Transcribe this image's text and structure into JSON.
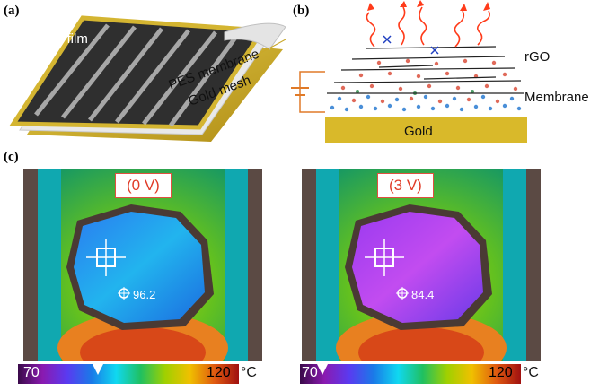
{
  "panels": {
    "a": {
      "label": "(a)",
      "film": "rGO film",
      "membrane": "PES membrane",
      "mesh": "Gold mesh"
    },
    "b": {
      "label": "(b)",
      "rgo": "rGO",
      "membrane": "Membrane",
      "gold": "Gold"
    },
    "c": {
      "label": "(c)"
    }
  },
  "thermal_images": [
    {
      "voltage": "(0 V)",
      "reading": "96.2",
      "scale_min": "70",
      "scale_max": "120",
      "unit": "°C",
      "indicator": 0.36
    },
    {
      "voltage": "(3 V)",
      "reading": "84.4",
      "scale_min": "70",
      "scale_max": "120",
      "unit": "°C",
      "indicator": 0.1
    }
  ],
  "colors": {
    "accent_red": "#e03c28",
    "gold": "#d9b92a",
    "wave": "#ff3b1a"
  }
}
